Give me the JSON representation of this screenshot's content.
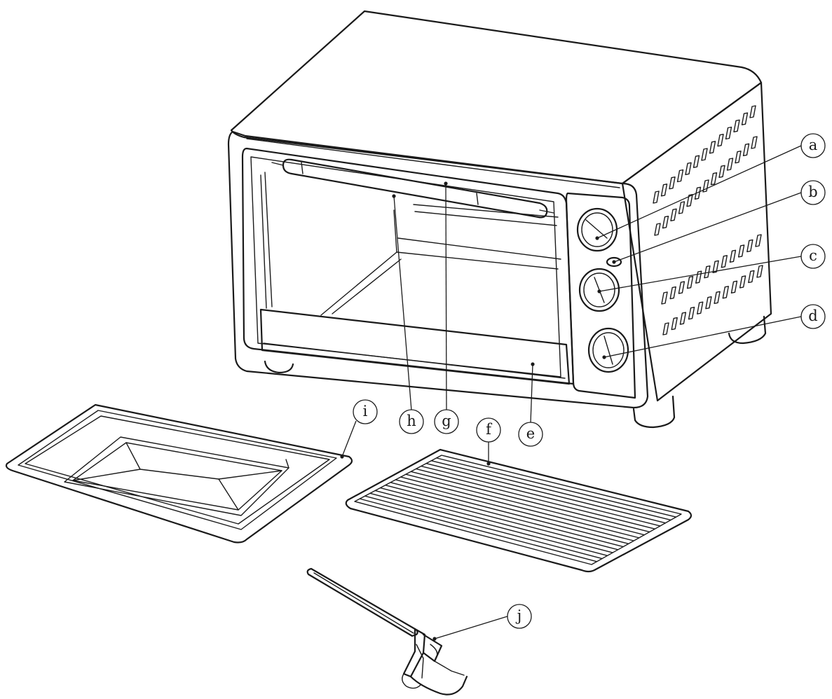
{
  "diagram": {
    "callouts": [
      {
        "id": "a",
        "label": "a"
      },
      {
        "id": "b",
        "label": "b"
      },
      {
        "id": "c",
        "label": "c"
      },
      {
        "id": "d",
        "label": "d"
      },
      {
        "id": "e",
        "label": "e"
      },
      {
        "id": "f",
        "label": "f"
      },
      {
        "id": "g",
        "label": "g"
      },
      {
        "id": "h",
        "label": "h"
      },
      {
        "id": "i",
        "label": "i"
      },
      {
        "id": "j",
        "label": "j"
      }
    ]
  }
}
